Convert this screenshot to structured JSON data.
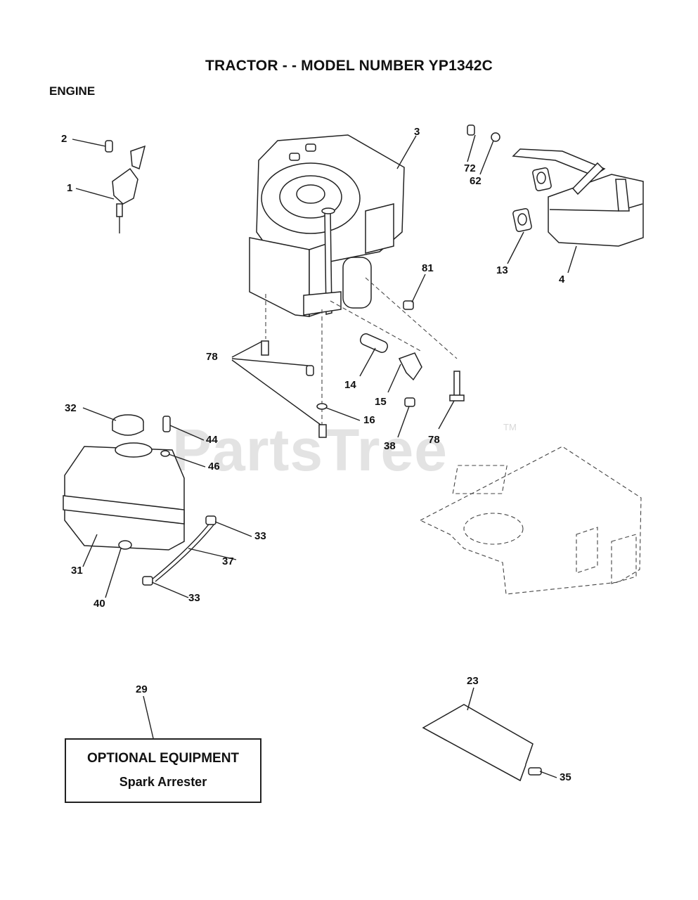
{
  "header": {
    "title": "TRACTOR - - MODEL NUMBER YP1342C",
    "section": "ENGINE"
  },
  "watermark": {
    "text": "PartsTree",
    "trademark": "TM"
  },
  "callouts": {
    "c1": "1",
    "c2": "2",
    "c3": "3",
    "c4": "4",
    "c13": "13",
    "c14": "14",
    "c15": "15",
    "c16": "16",
    "c23": "23",
    "c29": "29",
    "c31": "31",
    "c32": "32",
    "c33a": "33",
    "c33b": "33",
    "c35": "35",
    "c37": "37",
    "c38": "38",
    "c40": "40",
    "c44": "44",
    "c46": "46",
    "c62": "62",
    "c72": "72",
    "c78a": "78",
    "c78b": "78",
    "c81": "81"
  },
  "optional_box": {
    "line1": "OPTIONAL EQUIPMENT",
    "line2": "Spark Arrester"
  }
}
